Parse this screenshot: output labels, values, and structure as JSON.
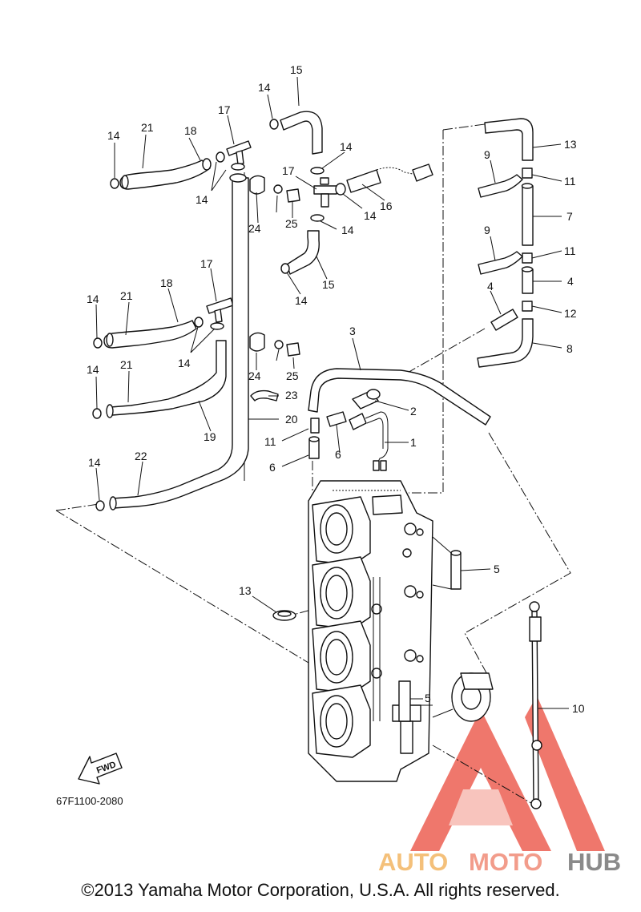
{
  "diagram": {
    "part_code": "67F1100-2080",
    "fwd_label": "FWD",
    "callouts": [
      {
        "id": "c1",
        "text": "1"
      },
      {
        "id": "c2",
        "text": "2"
      },
      {
        "id": "c3",
        "text": "3"
      },
      {
        "id": "c4a",
        "text": "4"
      },
      {
        "id": "c4b",
        "text": "4"
      },
      {
        "id": "c5a",
        "text": "5"
      },
      {
        "id": "c5b",
        "text": "5"
      },
      {
        "id": "c6a",
        "text": "6"
      },
      {
        "id": "c6b",
        "text": "6"
      },
      {
        "id": "c7",
        "text": "7"
      },
      {
        "id": "c8",
        "text": "8"
      },
      {
        "id": "c9a",
        "text": "9"
      },
      {
        "id": "c9b",
        "text": "9"
      },
      {
        "id": "c10",
        "text": "10"
      },
      {
        "id": "c11a",
        "text": "11"
      },
      {
        "id": "c11b",
        "text": "11"
      },
      {
        "id": "c11c",
        "text": "11"
      },
      {
        "id": "c11d",
        "text": "11"
      },
      {
        "id": "c12",
        "text": "12"
      },
      {
        "id": "c13",
        "text": "13"
      },
      {
        "id": "c14a",
        "text": "14"
      },
      {
        "id": "c14b",
        "text": "14"
      },
      {
        "id": "c14c",
        "text": "14"
      },
      {
        "id": "c14d",
        "text": "14"
      },
      {
        "id": "c14e",
        "text": "14"
      },
      {
        "id": "c14f",
        "text": "14"
      },
      {
        "id": "c14g",
        "text": "14"
      },
      {
        "id": "c14h",
        "text": "14"
      },
      {
        "id": "c14i",
        "text": "14"
      },
      {
        "id": "c14j",
        "text": "14"
      },
      {
        "id": "c14k",
        "text": "14"
      },
      {
        "id": "c14l",
        "text": "14"
      },
      {
        "id": "c15a",
        "text": "15"
      },
      {
        "id": "c15b",
        "text": "15"
      },
      {
        "id": "c16",
        "text": "16"
      },
      {
        "id": "c17a",
        "text": "17"
      },
      {
        "id": "c17b",
        "text": "17"
      },
      {
        "id": "c17c",
        "text": "17"
      },
      {
        "id": "c18a",
        "text": "18"
      },
      {
        "id": "c18b",
        "text": "18"
      },
      {
        "id": "c19",
        "text": "19"
      },
      {
        "id": "c20",
        "text": "20"
      },
      {
        "id": "c21a",
        "text": "21"
      },
      {
        "id": "c21b",
        "text": "21"
      },
      {
        "id": "c21c",
        "text": "21"
      },
      {
        "id": "c21d",
        "text": "21"
      },
      {
        "id": "c22",
        "text": "22"
      },
      {
        "id": "c23a",
        "text": "23"
      },
      {
        "id": "c23b",
        "text": "23"
      },
      {
        "id": "c24a",
        "text": "24"
      },
      {
        "id": "c24b",
        "text": "24"
      },
      {
        "id": "c25a",
        "text": "25"
      },
      {
        "id": "c25b",
        "text": "25"
      }
    ]
  },
  "watermark": {
    "word_a": "AUTO",
    "word_m": "MOTO",
    "word_h": "HUB",
    "colors": {
      "auto": "#f4c07a",
      "moto": "#f29c8b",
      "hub": "#8a8a8a",
      "triangle": "#ea4a3c"
    }
  },
  "footer": {
    "copyright": "©2013 Yamaha Motor Corporation, U.S.A. All rights reserved."
  }
}
